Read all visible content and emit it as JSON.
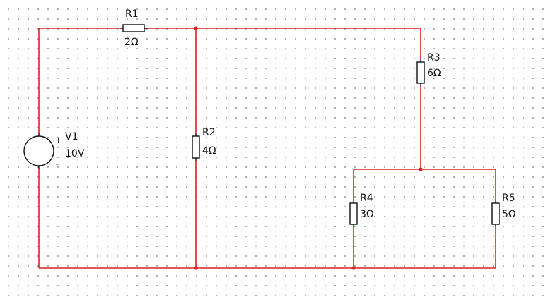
{
  "wire_color": "#e02020",
  "component_color": "#111111",
  "components": {
    "r1": {
      "ref": "R1",
      "value": "2Ω"
    },
    "r2": {
      "ref": "R2",
      "value": "4Ω"
    },
    "r3": {
      "ref": "R3",
      "value": "6Ω"
    },
    "r4": {
      "ref": "R4",
      "value": "3Ω"
    },
    "r5": {
      "ref": "R5",
      "value": "5Ω"
    },
    "v1": {
      "ref": "V1",
      "value": "10V",
      "plus": "+",
      "minus": "-"
    }
  }
}
